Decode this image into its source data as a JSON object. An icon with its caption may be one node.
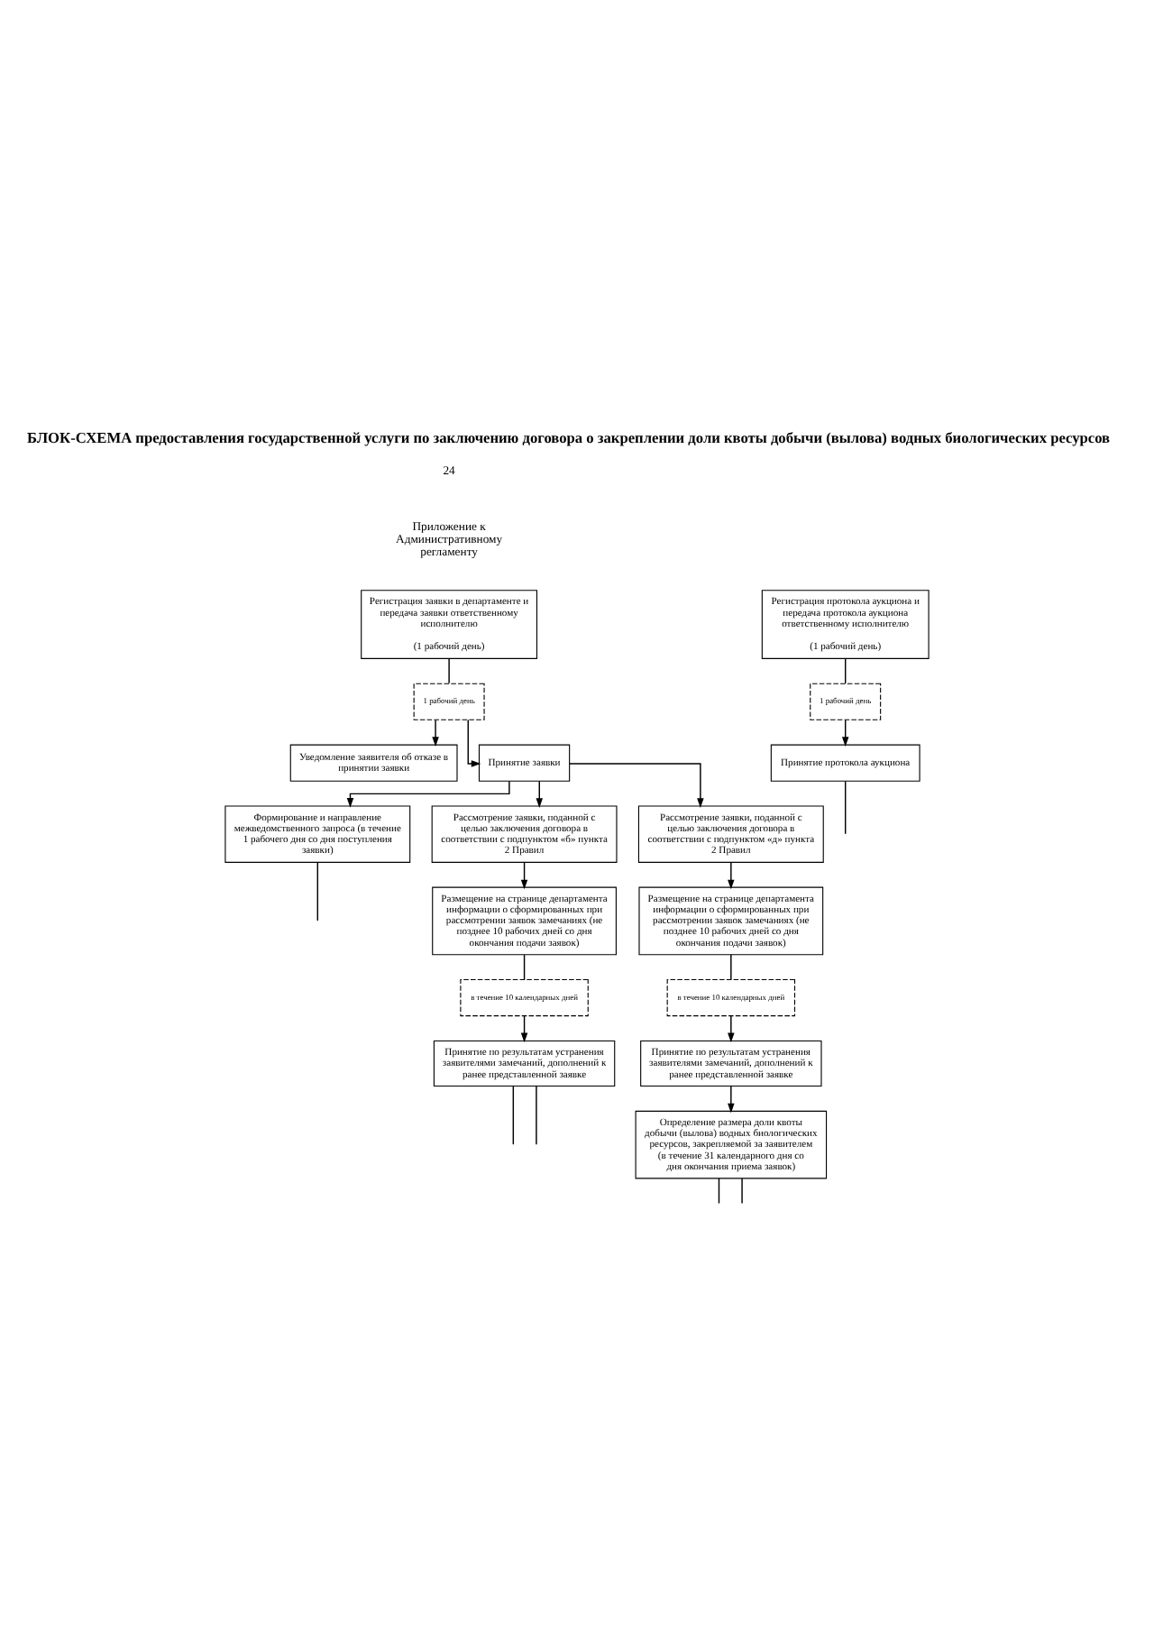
{
  "diagram": {
    "title": "БЛОК-СХЕМА предоставления государственной услуги по заключению договора о закреплении доли квоты добычи (вылова) водных биологических ресурсов",
    "nodes": [
      {
        "text": [
          "Регистрация заявки в департаменте и передача заявки ответственному исполнителю",
          "(1 рабочий день)"
        ]
      },
      {
        "text": [
          "Регистрация протокола аукциона и передача протокола аукциона ответственному исполнителю",
          "(1 рабочий день)"
        ]
      },
      {
        "text": [
          "1 рабочий день"
        ]
      },
      {
        "text": [
          "1 рабочий день"
        ]
      },
      {
        "text": [
          "Уведомление заявителя об отказе в принятии заявки"
        ]
      },
      {
        "text": [
          "Принятие заявки"
        ]
      },
      {
        "text": [
          "Принятие протокола аукциона"
        ]
      },
      {
        "text": [
          "Формирование и направление межведомственного запроса (в течение 1 рабочего дня со дня поступления заявки)"
        ]
      },
      {
        "text": [
          "Рассмотрение заявки, поданной с целью заключения договора в соответствии с подпунктом «б» пункта 2 Правил"
        ]
      },
      {
        "text": [
          "Рассмотрение заявки, поданной с целью заключения договора в соответствии с подпунктом «д» пункта 2 Правил"
        ]
      },
      {
        "text": [
          "Размещение на странице департамента информации о сформированных при рассмотрении заявок замечаниях (не позднее 10 рабочих дней со дня окончания подачи заявок)"
        ]
      },
      {
        "text": [
          "Размещение на странице департамента информации о сформированных при рассмотрении заявок замечаниях (не позднее 10 рабочих дней со дня окончания подачи заявок)"
        ]
      },
      {
        "text": [
          "в течение 10 календарных дней"
        ]
      },
      {
        "text": [
          "в течение 10 календарных дней"
        ]
      },
      {
        "text": [
          "Принятие по результатам устранения заявителями замечаний, дополнений к ранее представленной заявке"
        ]
      },
      {
        "text": [
          "Принятие по результатам устранения заявителями замечаний, дополнений к ранее представленной заявке"
        ]
      },
      {
        "text": [
          "Определение размера доли квоты добычи (вылова) водных биологических ресурсов, закрепляемой за заявителем (в течение 31 календарного дня со дня окончания приема заявок)"
        ]
      }
    ],
    "edges": [
      {
        "from": 0,
        "to": 2,
        "arrow": "none"
      },
      {
        "from": 2,
        "to": 4,
        "arrow": "to"
      },
      {
        "from": 2,
        "to": 5,
        "arrow": "to"
      },
      {
        "from": 1,
        "to": 3,
        "arrow": "none"
      },
      {
        "from": 3,
        "to": 6,
        "arrow": "to"
      },
      {
        "from": 5,
        "to": 7,
        "arrow": "to"
      },
      {
        "from": 5,
        "to": 8,
        "arrow": "to"
      },
      {
        "from": 5,
        "to": 9,
        "arrow": "to"
      },
      {
        "from": 6,
        "to": null,
        "arrow": "none"
      },
      {
        "from": 7,
        "to": null,
        "arrow": "none"
      },
      {
        "from": 8,
        "to": 10,
        "arrow": "to"
      },
      {
        "from": 9,
        "to": 11,
        "arrow": "to"
      },
      {
        "from": 10,
        "to": 12,
        "arrow": "none"
      },
      {
        "from": 12,
        "to": 14,
        "arrow": "to"
      },
      {
        "from": 11,
        "to": 13,
        "arrow": "none"
      },
      {
        "from": 13,
        "to": 15,
        "arrow": "to"
      },
      {
        "from": 15,
        "to": 16,
        "arrow": "to"
      },
      {
        "from": 14,
        "to": null,
        "arrow": "none"
      },
      {
        "from": 14,
        "to": null,
        "arrow": "none"
      },
      {
        "from": 16,
        "to": null,
        "arrow": "none"
      },
      {
        "from": 16,
        "to": null,
        "arrow": "none"
      }
    ],
    "labels": [
      "24",
      "Приложение к Административному регламенту"
    ]
  }
}
